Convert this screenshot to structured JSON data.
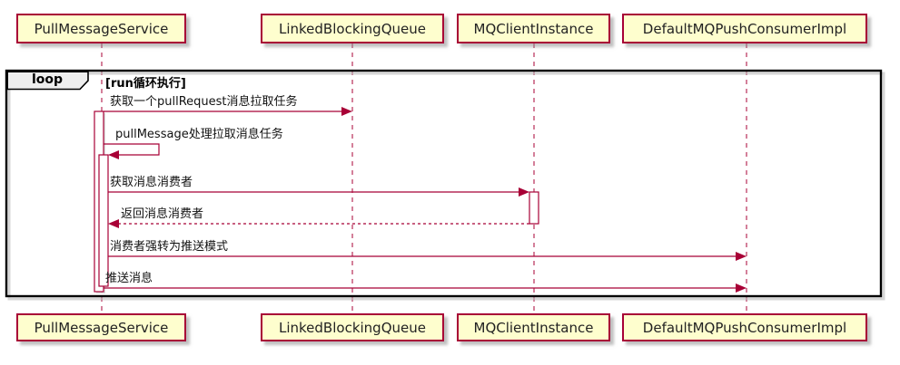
{
  "diagram": {
    "type": "uml-sequence",
    "participants": [
      {
        "name": "PullMessageService"
      },
      {
        "name": "LinkedBlockingQueue"
      },
      {
        "name": "MQClientInstance"
      },
      {
        "name": "DefaultMQPushConsumerImpl"
      }
    ],
    "fragment": {
      "operator": "loop",
      "guard": "[run循环执行]"
    },
    "messages": [
      {
        "from": "PullMessageService",
        "to": "LinkedBlockingQueue",
        "label": "获取一个pullRequest消息拉取任务",
        "style": "solid"
      },
      {
        "from": "PullMessageService",
        "to": "PullMessageService",
        "label": "pullMessage处理拉取消息任务",
        "style": "solid",
        "self": true
      },
      {
        "from": "PullMessageService",
        "to": "MQClientInstance",
        "label": "获取消息消费者",
        "style": "solid"
      },
      {
        "from": "MQClientInstance",
        "to": "PullMessageService",
        "label": "返回消息消费者",
        "style": "dashed-return"
      },
      {
        "from": "PullMessageService",
        "to": "DefaultMQPushConsumerImpl",
        "label": "消费者强转为推送模式",
        "style": "solid"
      },
      {
        "from": "PullMessageService",
        "to": "DefaultMQPushConsumerImpl",
        "label": "推送消息",
        "style": "solid"
      }
    ],
    "colors": {
      "participant_fill": "#FEFECE",
      "stroke": "#A80036",
      "frame_border": "#000000",
      "fragment_header_fill": "#EEEEEE",
      "text": "#111111"
    }
  }
}
